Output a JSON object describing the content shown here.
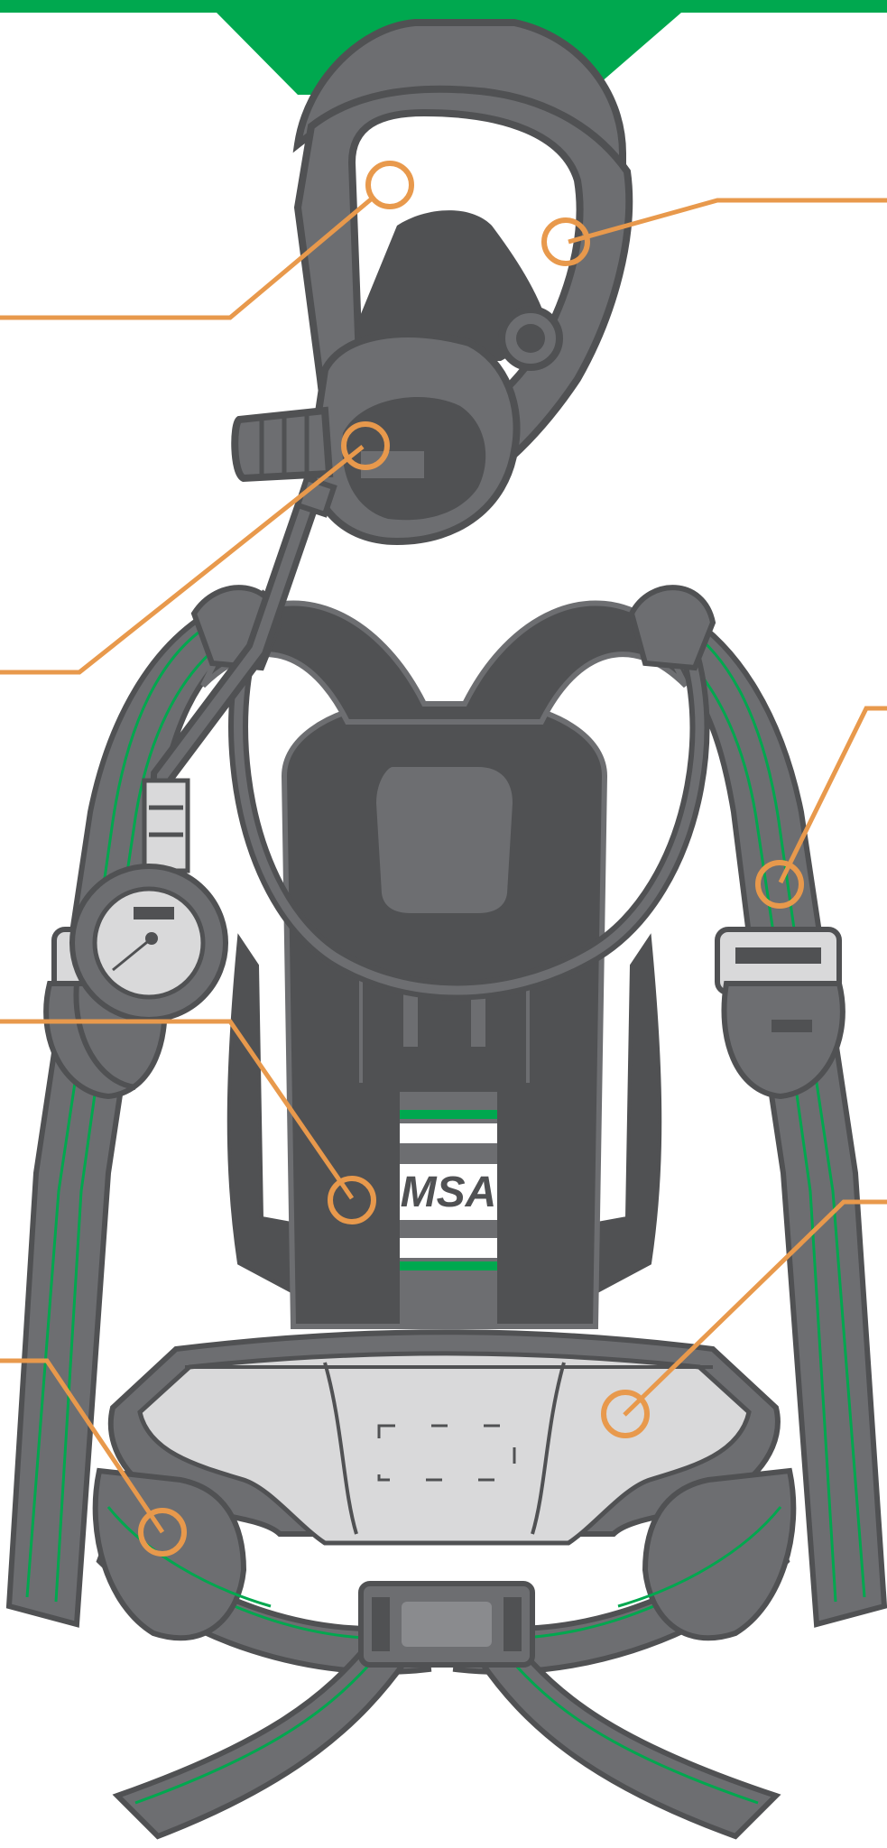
{
  "colors": {
    "brand_green": "#00a84f",
    "callout_orange": "#e8994c",
    "gear_dark": "#505153",
    "gear_mid": "#6d6e71",
    "gear_light": "#8a8b8e",
    "gear_pale": "#d9d9da",
    "label_white": "#ffffff"
  },
  "logo": {
    "text": "MSA"
  },
  "callouts": [
    {
      "id": "mask-lens",
      "icon": "ring-marker"
    },
    {
      "id": "mask-head-harness",
      "icon": "ring-marker"
    },
    {
      "id": "breathing-valve",
      "icon": "ring-marker"
    },
    {
      "id": "shoulder-strap",
      "icon": "ring-marker"
    },
    {
      "id": "backplate",
      "icon": "ring-marker"
    },
    {
      "id": "waist-pad",
      "icon": "ring-marker"
    },
    {
      "id": "waist-belt",
      "icon": "ring-marker"
    }
  ]
}
